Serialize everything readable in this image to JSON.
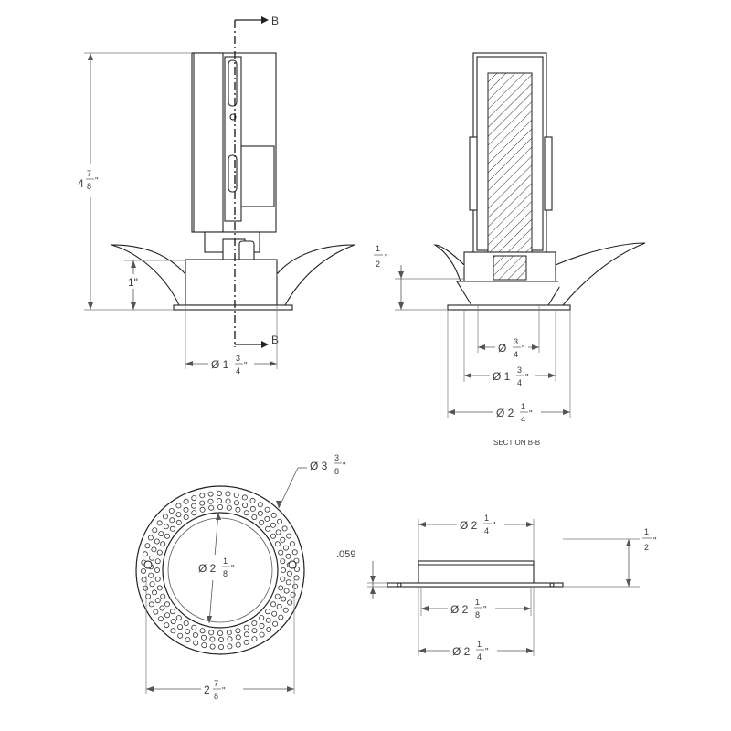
{
  "section": {
    "letter_top": "B",
    "letter_bottom": "B",
    "caption": "SECTION B-B"
  },
  "dimensions": {
    "height": {
      "prefix": "4",
      "num": "7",
      "den": "8",
      "unit": "\""
    },
    "one_inch": {
      "text": "1\""
    },
    "front_base": {
      "prefix": "Ø 1",
      "num": "3",
      "den": "4",
      "unit": "\""
    },
    "half_top": {
      "num": "1",
      "den": "2",
      "unit": "\""
    },
    "sec_inner": {
      "prefix": "Ø",
      "num": "3",
      "den": "4",
      "unit": "\""
    },
    "sec_mid": {
      "prefix": "Ø 1",
      "num": "3",
      "den": "4",
      "unit": "\""
    },
    "sec_outer": {
      "prefix": "Ø 2",
      "num": "1",
      "den": "4",
      "unit": "\""
    },
    "ring_outer": {
      "prefix": "Ø 3",
      "num": "3",
      "den": "8",
      "unit": "\""
    },
    "ring_inner": {
      "prefix": "Ø 2",
      "num": "1",
      "den": "8",
      "unit": "\""
    },
    "ring_width": {
      "prefix": "2",
      "num": "7",
      "den": "8",
      "unit": "\""
    },
    "trim_top": {
      "prefix": "Ø 2",
      "num": "1",
      "den": "4",
      "unit": "\""
    },
    "trim_mid": {
      "prefix": "Ø 2",
      "num": "1",
      "den": "8",
      "unit": "\""
    },
    "trim_bottom": {
      "prefix": "Ø 2",
      "num": "1",
      "den": "4",
      "unit": "\""
    },
    "flange": {
      "text": ".059"
    },
    "half_right": {
      "num": "1",
      "den": "2",
      "unit": "\""
    }
  }
}
